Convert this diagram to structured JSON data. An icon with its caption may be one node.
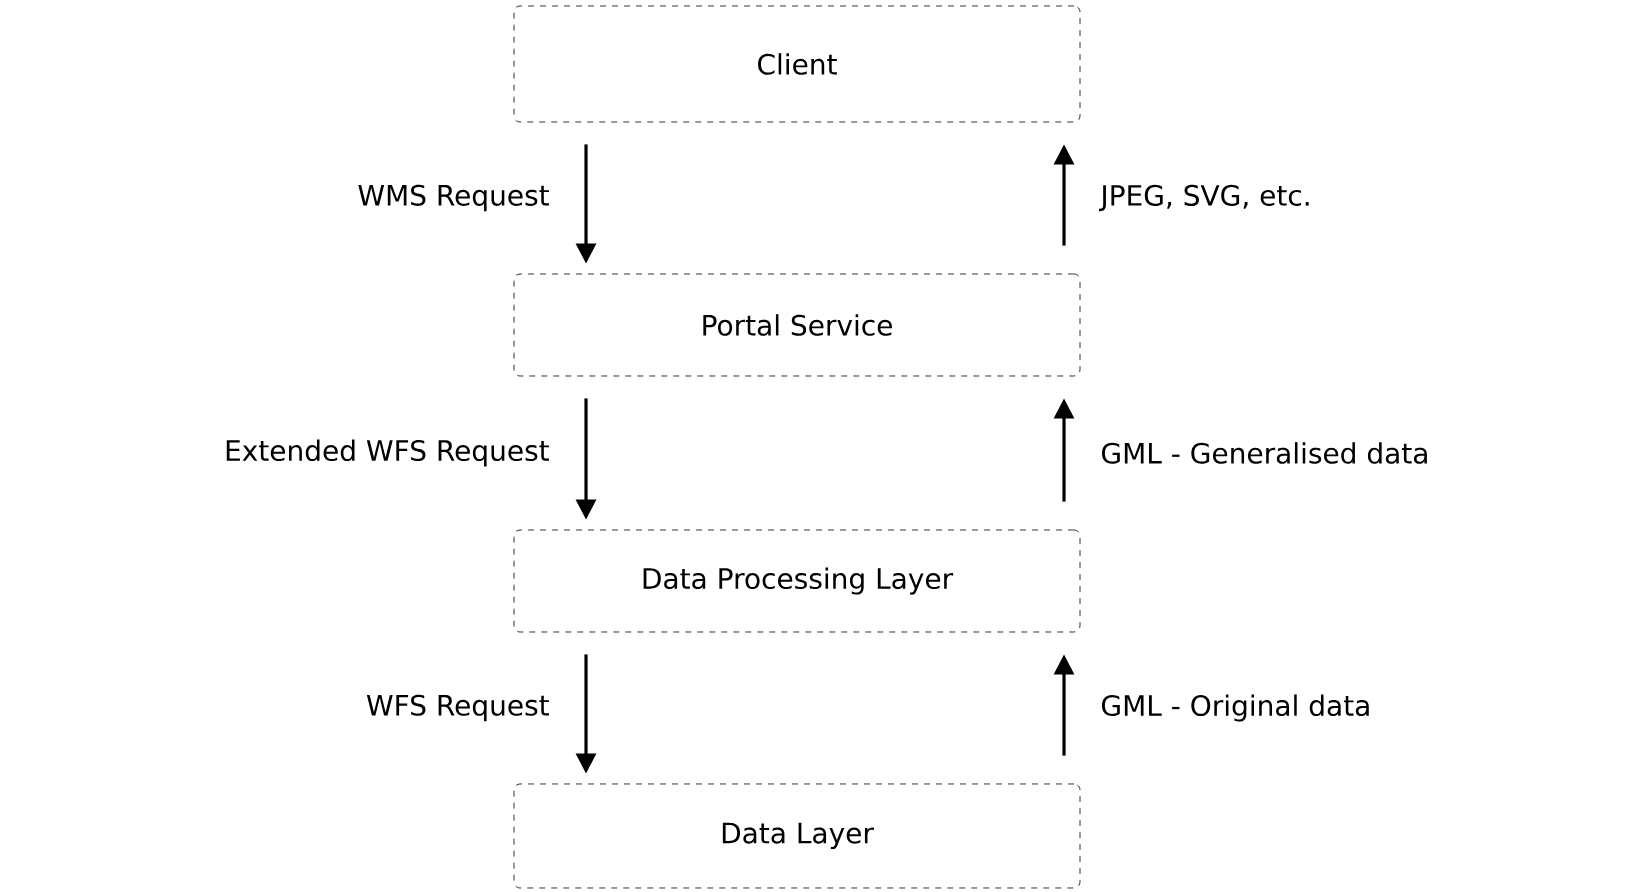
{
  "diagram": {
    "nodes": [
      {
        "text": [
          "Client"
        ]
      },
      {
        "text": [
          "Portal Service"
        ]
      },
      {
        "text": [
          "Data Processing Layer"
        ]
      },
      {
        "text": [
          "Data Layer"
        ]
      }
    ],
    "edges": [
      {
        "from": 0,
        "to": 1,
        "arrow": "to",
        "label": "WMS Request"
      },
      {
        "from": 1,
        "to": 0,
        "arrow": "to",
        "label": "JPEG, SVG, etc."
      },
      {
        "from": 1,
        "to": 2,
        "arrow": "to",
        "label": "Extended WFS Request"
      },
      {
        "from": 2,
        "to": 1,
        "arrow": "to",
        "label": "GML - Generalised data"
      },
      {
        "from": 2,
        "to": 3,
        "arrow": "to",
        "label": "WFS Request"
      },
      {
        "from": 3,
        "to": 2,
        "arrow": "to",
        "label": "GML - Original data"
      }
    ]
  }
}
